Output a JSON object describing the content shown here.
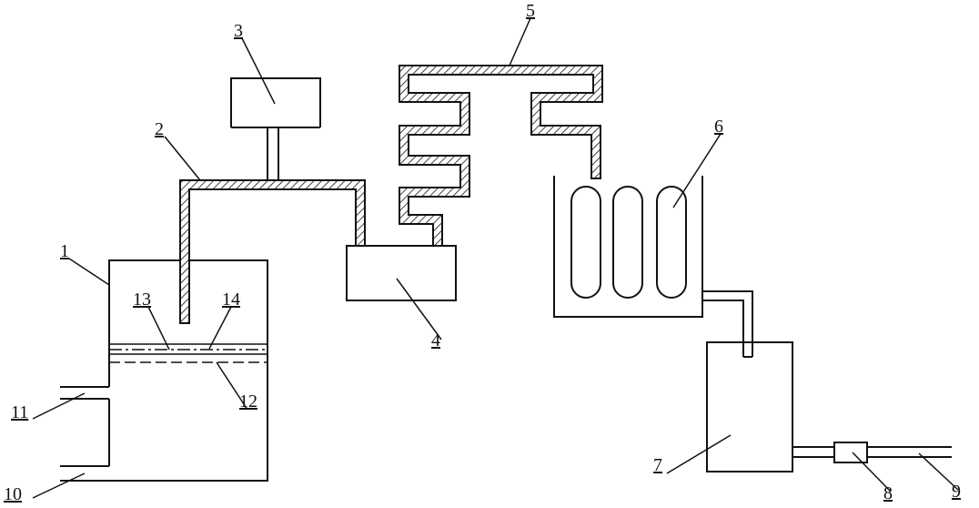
{
  "labels": {
    "l1": "1",
    "l2": "2",
    "l3": "3",
    "l4": "4",
    "l5": "5",
    "l6": "6",
    "l7": "7",
    "l8": "8",
    "l9": "9",
    "l10": "10",
    "l11": "11",
    "l12": "12",
    "l13": "13",
    "l14": "14"
  },
  "colors": {
    "line": "#111111",
    "background": "#ffffff"
  }
}
